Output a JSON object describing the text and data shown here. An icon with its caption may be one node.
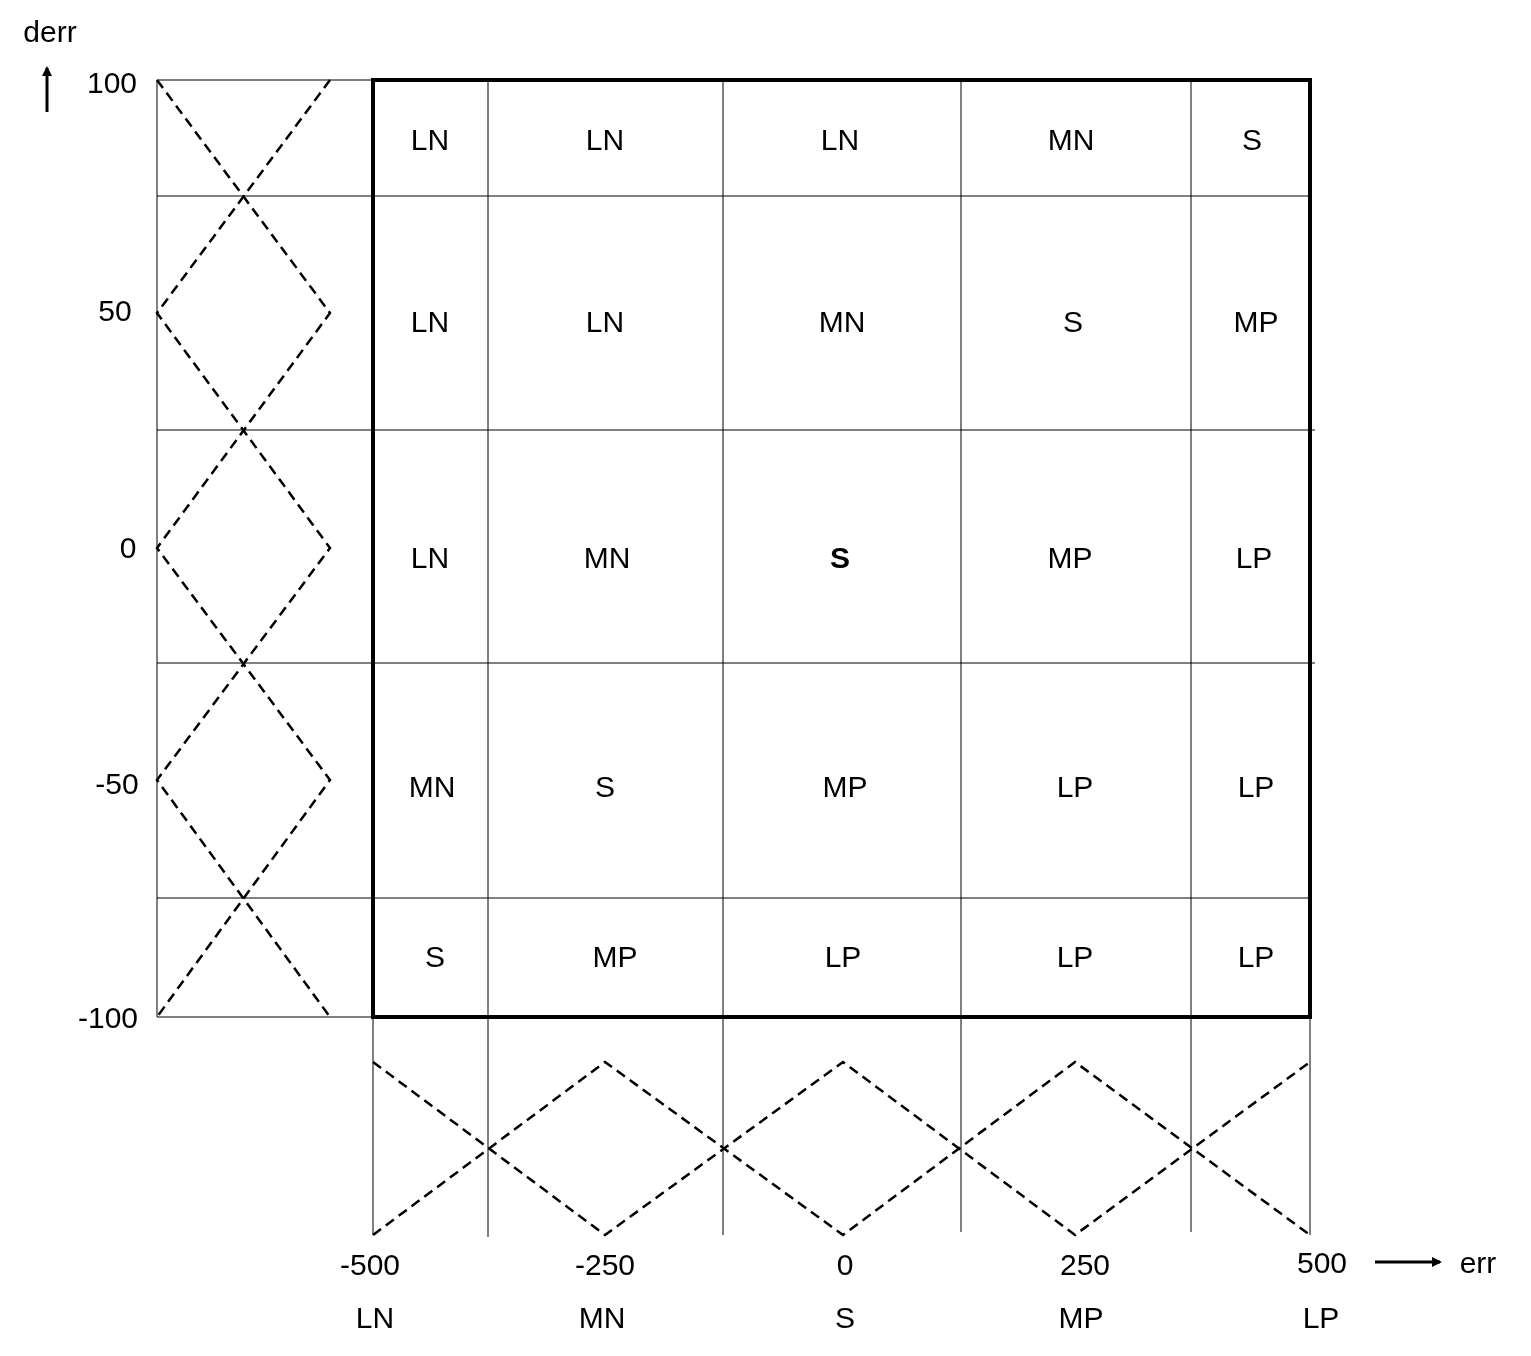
{
  "diagram": {
    "labels": [
      "derr",
      "100",
      "LN",
      "LN",
      "LN",
      "MN",
      "S",
      "50",
      "LN",
      "LN",
      "MN",
      "S",
      "MP",
      "0",
      "LN",
      "MN",
      "S",
      "MP",
      "LP",
      "-50",
      "MN",
      "S",
      "MP",
      "LP",
      "LP",
      "S",
      "MP",
      "LP",
      "LP",
      "LP",
      "-100",
      "-500",
      "-250",
      "0",
      "250",
      "500",
      "err",
      "LN",
      "MN",
      "S",
      "MP",
      "LP"
    ]
  }
}
